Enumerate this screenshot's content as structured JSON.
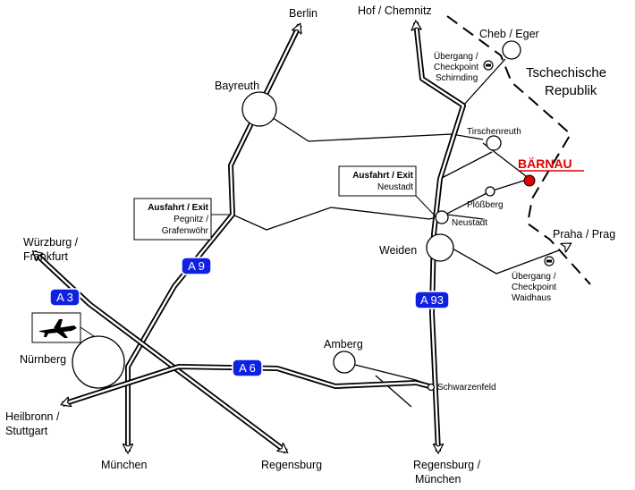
{
  "cities": {
    "berlin": "Berlin",
    "hof": "Hof / Chemnitz",
    "cheb": "Cheb / Eger",
    "bayreuth": "Bayreuth",
    "tirschenreuth": "Tirschenreuth",
    "baernau": "BÄRNAU",
    "ploessberg": "Plößberg",
    "neustadt": "Neustadt",
    "weiden": "Weiden",
    "praha": "Praha / Prag",
    "wuerzburg_1": "Würzburg /",
    "wuerzburg_2": "Frankfurt",
    "nuernberg": "Nürnberg",
    "amberg": "Amberg",
    "schwarzenfeld": "Schwarzenfeld",
    "heilbronn_1": "Heilbronn /",
    "heilbronn_2": "Stuttgart",
    "muenchen": "München",
    "regensburg": "Regensburg",
    "regensburg_m_1": "Regensburg /",
    "regensburg_m_2": "München"
  },
  "border": {
    "label_1": "Tschechische",
    "label_2": "Republik"
  },
  "checkpoints": {
    "schirnding": [
      "Übergang /",
      "Checkpoint",
      "Schirnding"
    ],
    "waidhaus": [
      "Übergang /",
      "Checkpoint",
      "Waidhaus"
    ]
  },
  "exits": {
    "pegnitz": {
      "title": "Ausfahrt / Exit",
      "line_1": "Pegnitz /",
      "line_2": "Grafenwöhr"
    },
    "neustadt": {
      "title": "Ausfahrt / Exit",
      "line_1": "Neustadt"
    }
  },
  "motorways": {
    "a9": "A 9",
    "a3": "A 3",
    "a6": "A 6",
    "a93": "A 93"
  },
  "colors": {
    "highlight": "#e00000",
    "motorway_badge": "#1020e0",
    "line": "#000000"
  },
  "icons": {
    "airport": "airplane-icon",
    "checkpoint": "no-entry-icon"
  }
}
